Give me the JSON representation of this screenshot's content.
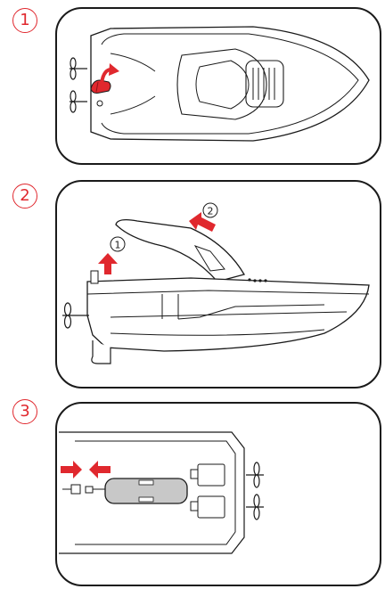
{
  "steps": [
    {
      "number": "1"
    },
    {
      "number": "2",
      "sub_steps": [
        "1",
        "2"
      ]
    },
    {
      "number": "3"
    }
  ],
  "colors": {
    "accent": "#e0282e",
    "outline": "#1a1a1a",
    "battery": "#c8c8c8"
  },
  "icons": [
    "propeller-icon",
    "curved-arrow-icon",
    "up-arrow-icon",
    "left-arrow-icon",
    "right-arrow-icon"
  ]
}
